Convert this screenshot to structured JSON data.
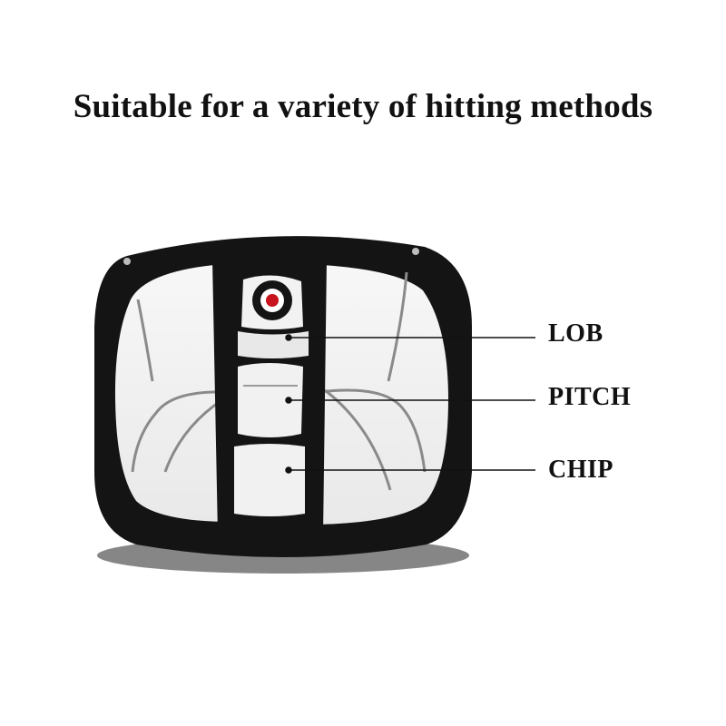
{
  "headline": "Suitable for a variety of hitting methods",
  "target_zones": [
    {
      "label": "LOB"
    },
    {
      "label": "PITCH"
    },
    {
      "label": "CHIP"
    }
  ],
  "colors": {
    "frame": "#111111",
    "mesh": "#f4f4f4",
    "bullseye": "#c8141e",
    "text": "#111111"
  }
}
